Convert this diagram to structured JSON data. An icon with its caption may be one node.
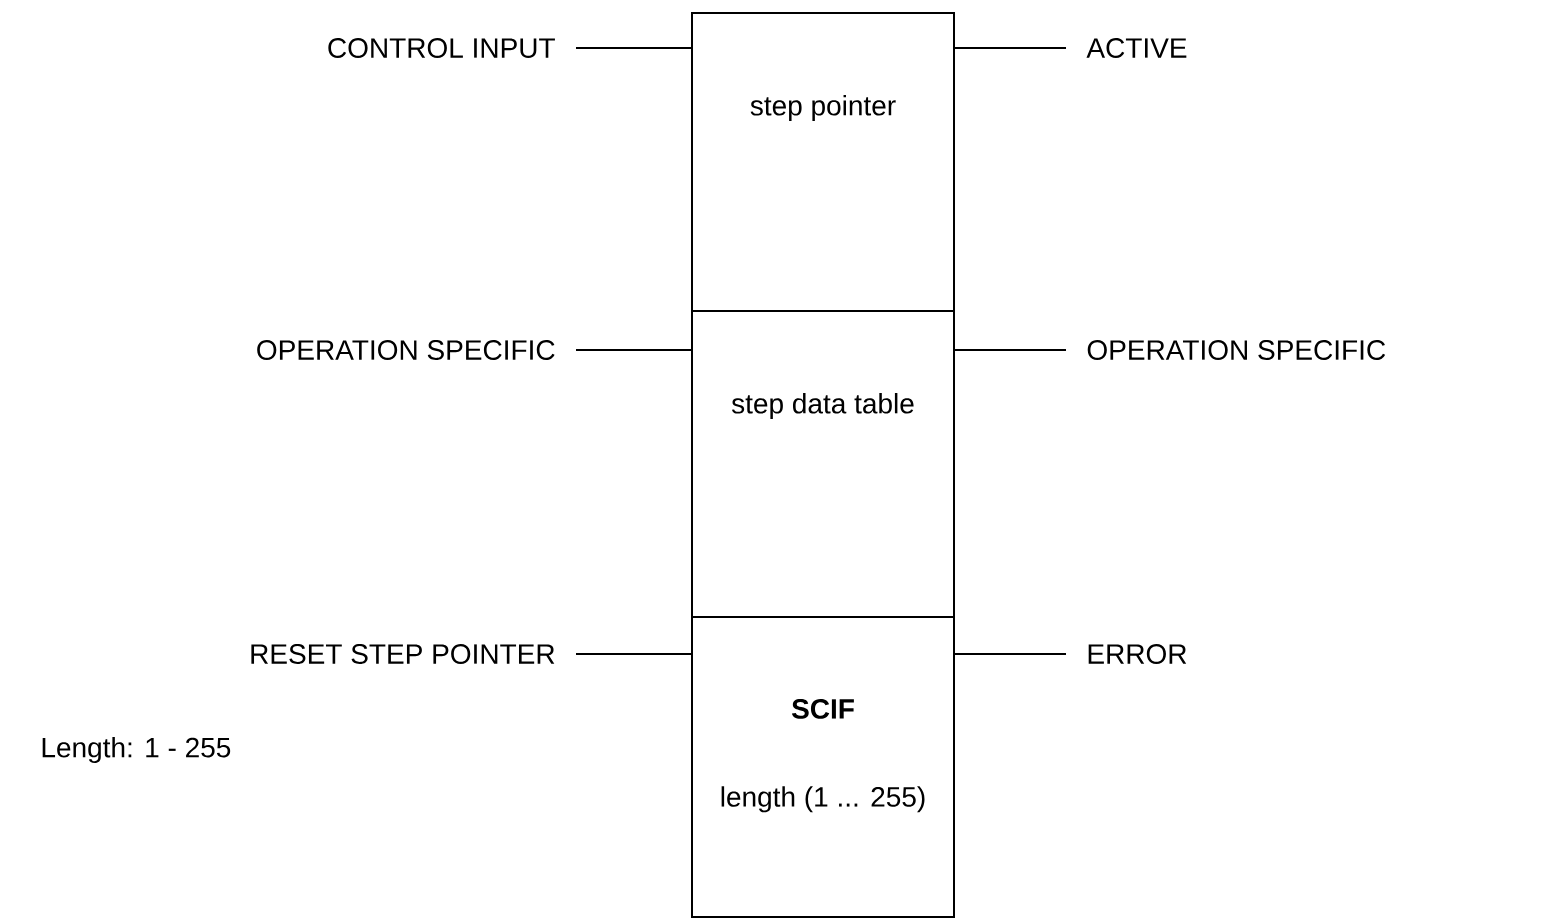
{
  "diagram": {
    "nodes": [
      {
        "text": [
          "step pointer"
        ]
      },
      {
        "text": [
          "step data table"
        ]
      },
      {
        "text": [
          "**SCIF**",
          "length (1 ... 255)"
        ]
      },
      {
        "text": [
          "CONTROL INPUT"
        ]
      },
      {
        "text": [
          "ACTIVE"
        ]
      },
      {
        "text": [
          "OPERATION SPECIFIC"
        ]
      },
      {
        "text": [
          "OPERATION SPECIFIC"
        ]
      },
      {
        "text": [
          "RESET STEP POINTER"
        ]
      },
      {
        "text": [
          "ERROR"
        ]
      }
    ],
    "edges": [
      {
        "from": 3,
        "to": 0,
        "arrow": "none"
      },
      {
        "from": 0,
        "to": 4,
        "arrow": "none"
      },
      {
        "from": 5,
        "to": 1,
        "arrow": "none"
      },
      {
        "from": 1,
        "to": 6,
        "arrow": "none"
      },
      {
        "from": 7,
        "to": 2,
        "arrow": "none"
      },
      {
        "from": 2,
        "to": 8,
        "arrow": "none"
      }
    ],
    "labels": [
      "Length: 1 - 255"
    ]
  }
}
